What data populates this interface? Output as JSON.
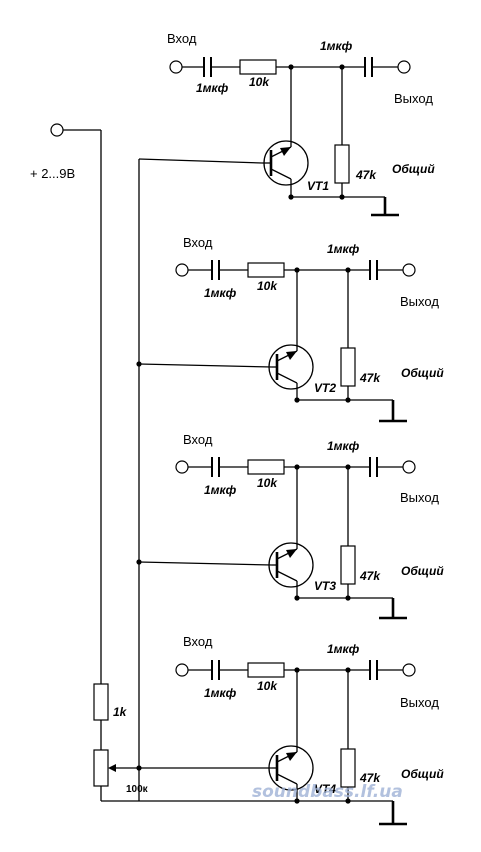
{
  "supply": {
    "voltage_label": "+ 2...9В"
  },
  "potentiometer": {
    "series_resistor": "1k",
    "pot_value": "100к"
  },
  "stages": [
    {
      "transistor": "VT1",
      "input_label": "Вход",
      "output_label": "Выход",
      "common_label": "Общий",
      "input_cap": "1мкф",
      "series_resistor": "10k",
      "output_cap": "1мкф",
      "load_resistor": "47k"
    },
    {
      "transistor": "VT2",
      "input_label": "Вход",
      "output_label": "Выход",
      "common_label": "Общий",
      "input_cap": "1мкф",
      "series_resistor": "10k",
      "output_cap": "1мкф",
      "load_resistor": "47k"
    },
    {
      "transistor": "VT3",
      "input_label": "Вход",
      "output_label": "Выход",
      "common_label": "Общий",
      "input_cap": "1мкф",
      "series_resistor": "10k",
      "output_cap": "1мкф",
      "load_resistor": "47k"
    },
    {
      "transistor": "VT4",
      "input_label": "Вход",
      "output_label": "Выход",
      "common_label": "Общий",
      "input_cap": "1мкф",
      "series_resistor": "10k",
      "output_cap": "1мкф",
      "load_resistor": "47k"
    }
  ],
  "watermark": "soundbass.lf.ua"
}
